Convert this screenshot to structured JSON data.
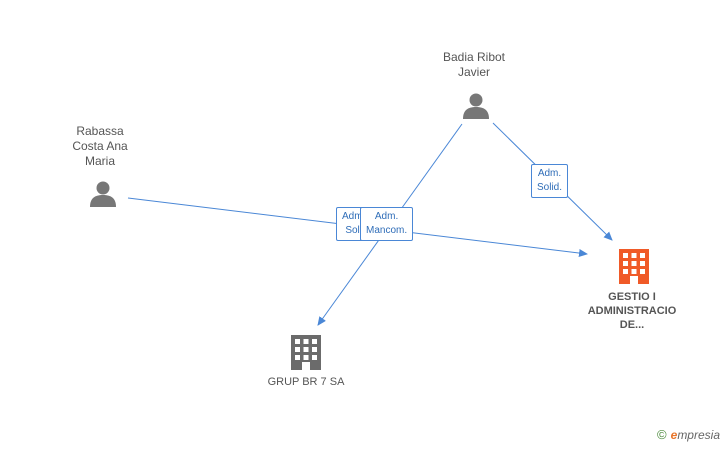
{
  "nodes": {
    "person_rabassa": {
      "label_lines": [
        "Rabassa",
        "Costa Ana",
        "Maria"
      ],
      "icon": "person-icon"
    },
    "person_badia": {
      "label_lines": [
        "Badia Ribot",
        "Javier"
      ],
      "icon": "person-icon"
    },
    "company_gestio": {
      "label_lines": [
        "GESTIO I",
        "ADMINISTRACIO",
        "DE..."
      ],
      "icon": "building-icon",
      "color": "#f05a28"
    },
    "company_grup": {
      "label_lines": [
        "GRUP BR 7 SA"
      ],
      "icon": "building-icon",
      "color": "#666666"
    }
  },
  "edges": [
    {
      "from": "person_badia",
      "to": "company_gestio",
      "label_lines": [
        "Adm.",
        "Solid."
      ]
    },
    {
      "from": "person_rabassa",
      "to": "company_gestio",
      "label_lines": [
        "Adm.",
        "Soli"
      ]
    },
    {
      "from": "person_badia",
      "to": "company_grup",
      "label_lines": [
        "Adm.",
        "Mancom."
      ]
    }
  ],
  "colors": {
    "edge": "#4a87d6",
    "person": "#777777"
  },
  "brand": {
    "copyright": "©",
    "initial": "e",
    "rest": "mpresia"
  }
}
